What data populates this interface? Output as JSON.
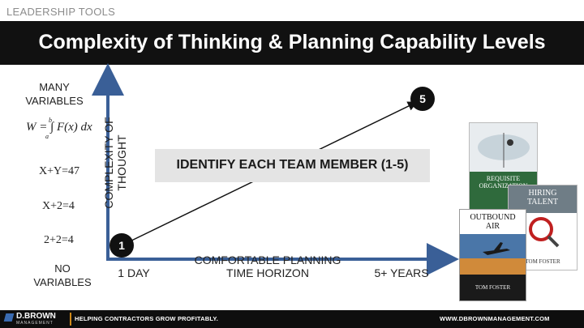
{
  "header": {
    "section_label": "LEADERSHIP TOOLS",
    "title": "Complexity of Thinking & Planning Capability Levels"
  },
  "left_scale": {
    "top_label": "MANY\nVARIABLES",
    "formula": "W = ∫ F(x) dx",
    "formula_upper": "b",
    "formula_lower": "a",
    "eq1": "X+Y=47",
    "eq2": "X+2=4",
    "eq3": "2+2=4",
    "bottom_label": "NO\nVARIABLES"
  },
  "axes": {
    "y_label": "COMPLEXITY OF\nTHOUGHT",
    "x_label": "COMFORTABLE PLANNING\nTIME HORIZON",
    "x_start": "1 DAY",
    "x_end": "5+ YEARS"
  },
  "markers": {
    "start": "1",
    "end": "5"
  },
  "callout": "IDENTIFY EACH TEAM MEMBER (1-5)",
  "books": {
    "book1_title": "REQUISITE\nORGANIZATION",
    "book2_title": "HIRING\nTALENT",
    "book2_author": "TOM FOSTER",
    "book3_title": "OUTBOUND\nAIR",
    "book3_author": "TOM FOSTER"
  },
  "footer": {
    "brand": "D.BROWN",
    "brand_sub": "MANAGEMENT",
    "tagline": "HELPING CONTRACTORS GROW PROFITABLY.",
    "url": "WWW.DBROWNMANAGEMENT.COM"
  },
  "colors": {
    "axis": "#3a5f97",
    "dark": "#111111",
    "callout_bg": "#e4e4e4",
    "book_green": "#2f6a3c"
  }
}
